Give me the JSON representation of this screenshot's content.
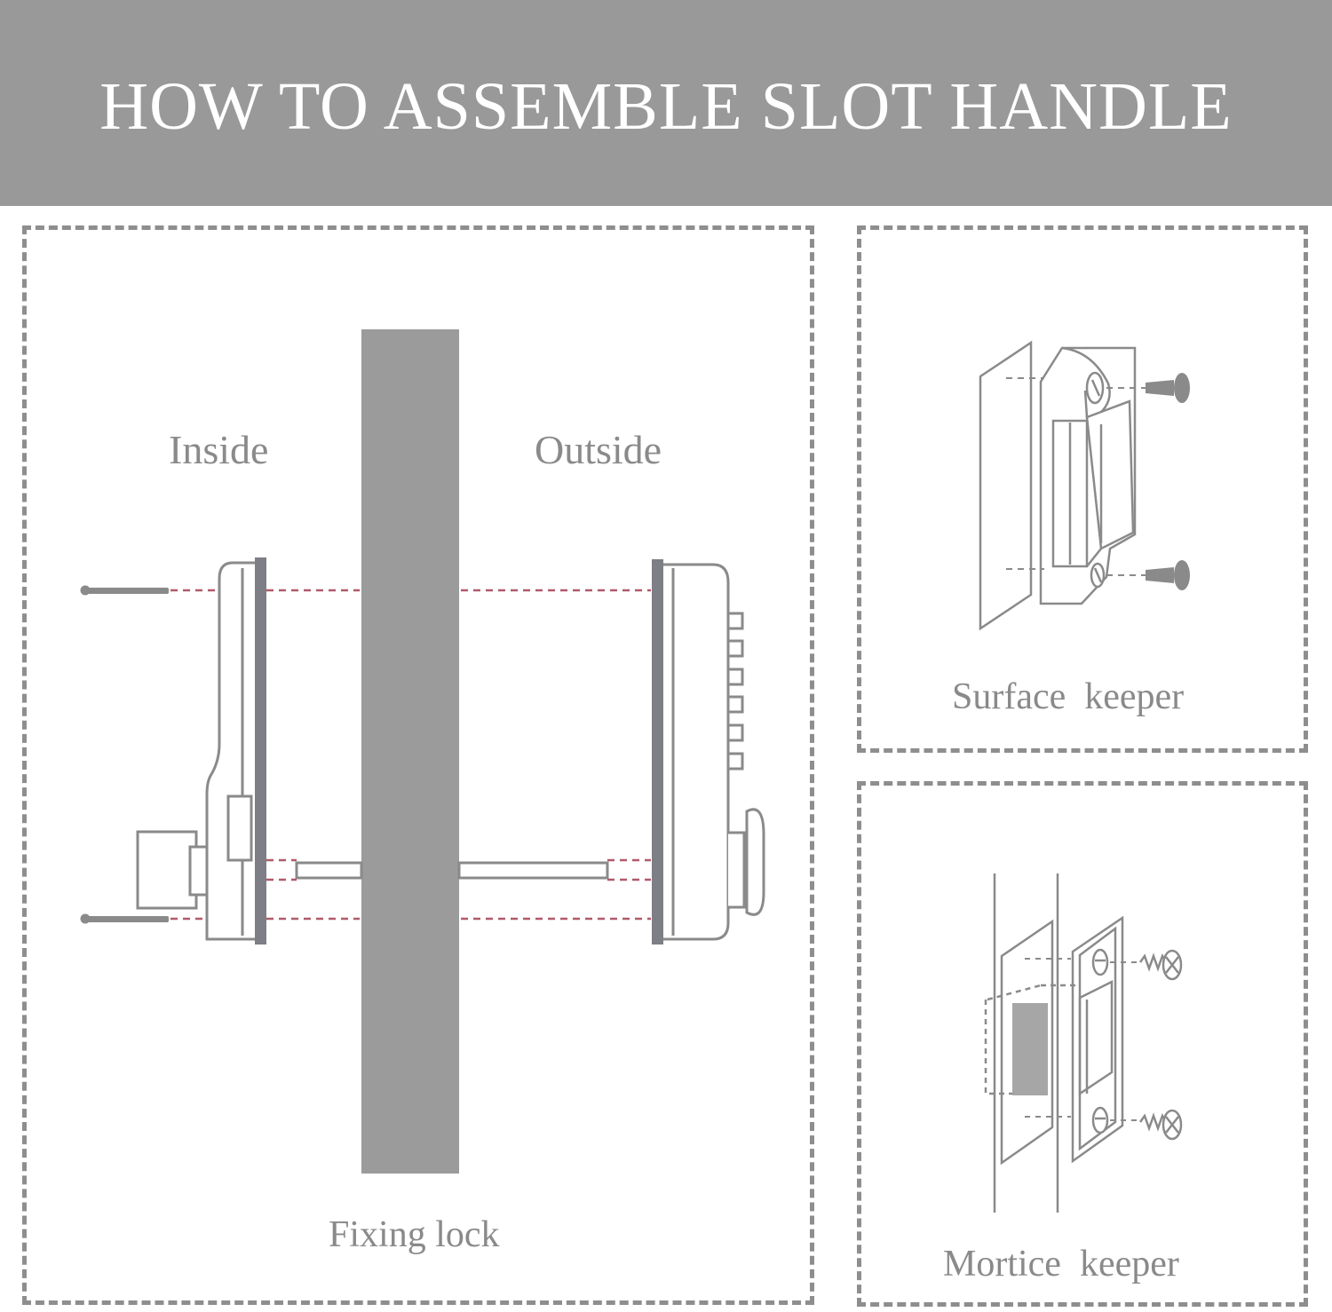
{
  "header": {
    "title": "HOW TO ASSEMBLE SLOT HANDLE",
    "background": "#999999",
    "text_color": "#ffffff"
  },
  "panels": {
    "fixing_lock": {
      "inside_label": "Inside",
      "outside_label": "Outside",
      "caption": "Fixing lock"
    },
    "surface_keeper": {
      "caption": "Surface  keeper"
    },
    "mortice_keeper": {
      "caption": "Mortice  keeper"
    }
  },
  "colors": {
    "line": "#8a8a8a",
    "door": "#9b9b9b",
    "plate": "#7e7e86",
    "guide": "#b05a6a",
    "dash_border": "#8e8e8e"
  }
}
